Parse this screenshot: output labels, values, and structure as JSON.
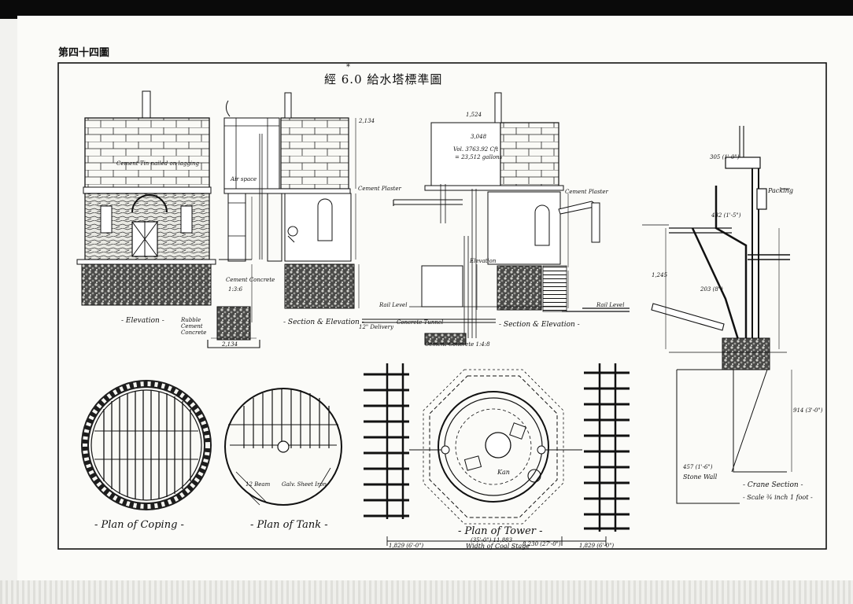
{
  "sheet": {
    "page_label": "第四十四圖",
    "title": "經 6.0 給水塔標準圖",
    "title_mark": "*"
  },
  "views": {
    "elevation": "- Elevation -",
    "section_elevation_left": "- Section & Elevation -",
    "section_elevation_right": "- Section & Elevation -",
    "plan_coping": "- Plan of Coping -",
    "plan_tank": "- Plan of Tank -",
    "plan_tower": "- Plan of Tower -",
    "plan_tower_dim": "(35'-0\") 11,883",
    "crane_section": "- Crane Section -",
    "scale_note": "- Scale ¾ inch 1 foot -"
  },
  "notes": {
    "cement_tin": "Cement Tin nailed on lagging",
    "rubble_concrete": "Rubble Cement Concrete",
    "cement_concrete_ratio": "1:3:6",
    "cement_concrete_label": "Cement Concrete",
    "cement_concrete_bottom": "Cement Concrete 1:4:8",
    "cement_plaster": "Cement Plaster",
    "cement_plaster_right": "Cement Plaster",
    "air_space": "Air space",
    "vol": "Vol. 3763.92 Cft",
    "gallons": "= 23,512 gallons",
    "rail_level_left": "Rail Level",
    "rail_level_right": "Rail Level",
    "concrete_tunnel": "Concrete Tunnel",
    "delivery": "12\" Delivery",
    "elevation_label": "Elevation",
    "packing": "Packing",
    "stone_wall": "Stone Wall",
    "stone_wall_dim": "457 (1'-6\")",
    "kan": "Kan",
    "galv_sheet": "Galv. Sheet Iron",
    "beam": "12 Beam",
    "width_coal_stage": "Width of Coal Stage",
    "coal_stage_dim": "8,230 (27'-0\")",
    "dim_left": "1,829 (6'-0\")",
    "dim_right": "1,829 (6'-0\")",
    "dim_base": "2,134",
    "dim_top_a": "2,134",
    "dim_top_b": "3,048",
    "dim_top_c": "1,524",
    "dim_crane": "914 (3'-0\")",
    "dim_crane_b": "1,245",
    "dim_crane_c": "432 (1'-5\")",
    "dim_crane_d": "203 (8\")",
    "dim_crane_e": "305 (1'-0\")"
  }
}
